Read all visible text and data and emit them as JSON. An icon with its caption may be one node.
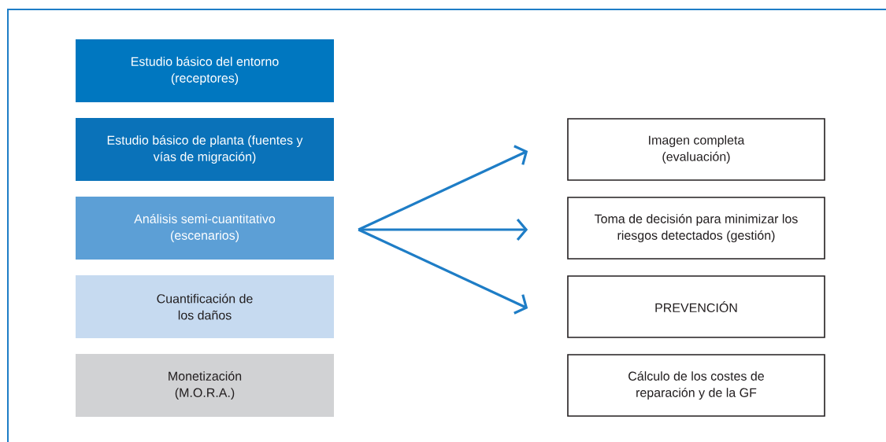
{
  "diagram": {
    "nodes": [
      {
        "text": [
          "Estudio básico del entorno (receptores)"
        ]
      },
      {
        "text": [
          "Estudio básico de planta (fuentes y vías de migración)"
        ]
      },
      {
        "text": [
          "Análisis semi-cuantitativo (escenarios)"
        ]
      },
      {
        "text": [
          "Cuantificación de los daños"
        ]
      },
      {
        "text": [
          "Monetización (M.O.R.A.)"
        ]
      },
      {
        "text": [
          "Imagen completa (evaluación)"
        ]
      },
      {
        "text": [
          "Toma de decisión para minimizar los riesgos detectados (gestión)"
        ]
      },
      {
        "text": [
          "PREVENCIÓN"
        ]
      },
      {
        "text": [
          "Cálculo de los costes de reparación y de la GF"
        ]
      }
    ],
    "edges": [
      {
        "from": 2,
        "to": 5,
        "arrow": "to"
      },
      {
        "from": 2,
        "to": 6,
        "arrow": "to"
      },
      {
        "from": 2,
        "to": 7,
        "arrow": "to"
      }
    ]
  }
}
